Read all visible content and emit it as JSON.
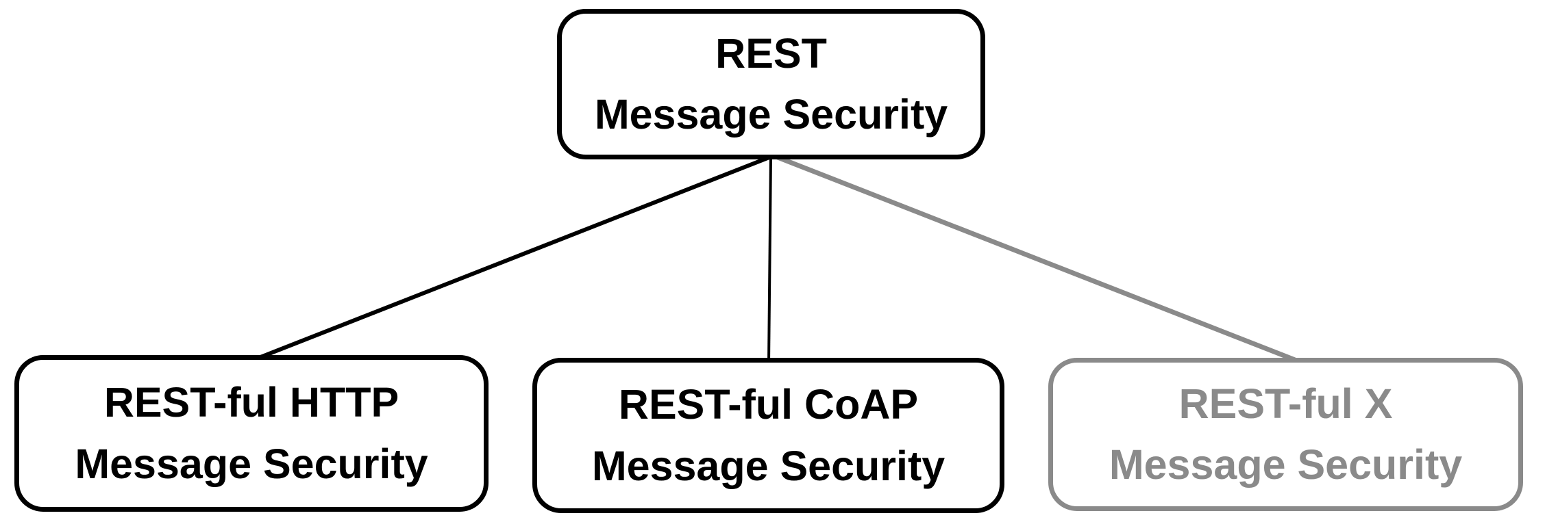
{
  "colors": {
    "black": "#000000",
    "gray": "#8a8a8a",
    "background": "#ffffff"
  },
  "tree": {
    "root": {
      "line1": "REST",
      "line2": "Message Security",
      "emphasis": "black"
    },
    "children": [
      {
        "id": "http",
        "line1": "REST-ful HTTP",
        "line2": "Message Security",
        "emphasis": "black"
      },
      {
        "id": "coap",
        "line1": "REST-ful CoAP",
        "line2": "Message Security",
        "emphasis": "black"
      },
      {
        "id": "x",
        "line1": "REST-ful X",
        "line2": "Message Security",
        "emphasis": "gray"
      }
    ]
  },
  "connectors": [
    {
      "from": "root",
      "to": "http",
      "color": "black"
    },
    {
      "from": "root",
      "to": "coap",
      "color": "black"
    },
    {
      "from": "root",
      "to": "x",
      "color": "gray"
    }
  ]
}
